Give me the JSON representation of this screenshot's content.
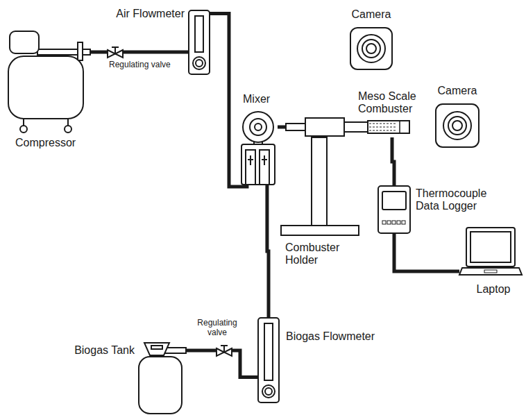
{
  "diagram": {
    "nodes": [
      {
        "text": [
          "Air Flowmeter"
        ]
      },
      {
        "text": [
          "Camera"
        ]
      },
      {
        "text": [
          "Compressor"
        ]
      },
      {
        "text": [
          "Regulating valve"
        ]
      },
      {
        "text": [
          "Mixer"
        ]
      },
      {
        "text": [
          "Meso Scale Combuster"
        ]
      },
      {
        "text": [
          "Camera"
        ]
      },
      {
        "text": [
          "Combuster Holder"
        ]
      },
      {
        "text": [
          "Thermocouple Data Logger"
        ]
      },
      {
        "text": [
          "Laptop"
        ]
      },
      {
        "text": [
          "Regulating valve"
        ]
      },
      {
        "text": [
          "Biogas Tank"
        ]
      },
      {
        "text": [
          "Biogas Flowmeter"
        ]
      }
    ],
    "edges": [
      {
        "from": 2,
        "to": 3,
        "arrow": "none"
      },
      {
        "from": 3,
        "to": 0,
        "arrow": "none"
      },
      {
        "from": 0,
        "to": 4,
        "arrow": "none"
      },
      {
        "from": 11,
        "to": 10,
        "arrow": "none"
      },
      {
        "from": 10,
        "to": 12,
        "arrow": "none"
      },
      {
        "from": 12,
        "to": 4,
        "arrow": "none"
      },
      {
        "from": 4,
        "to": 5,
        "arrow": "none"
      },
      {
        "from": 5,
        "to": 8,
        "arrow": "none"
      },
      {
        "from": 8,
        "to": 9,
        "arrow": "none"
      }
    ]
  }
}
